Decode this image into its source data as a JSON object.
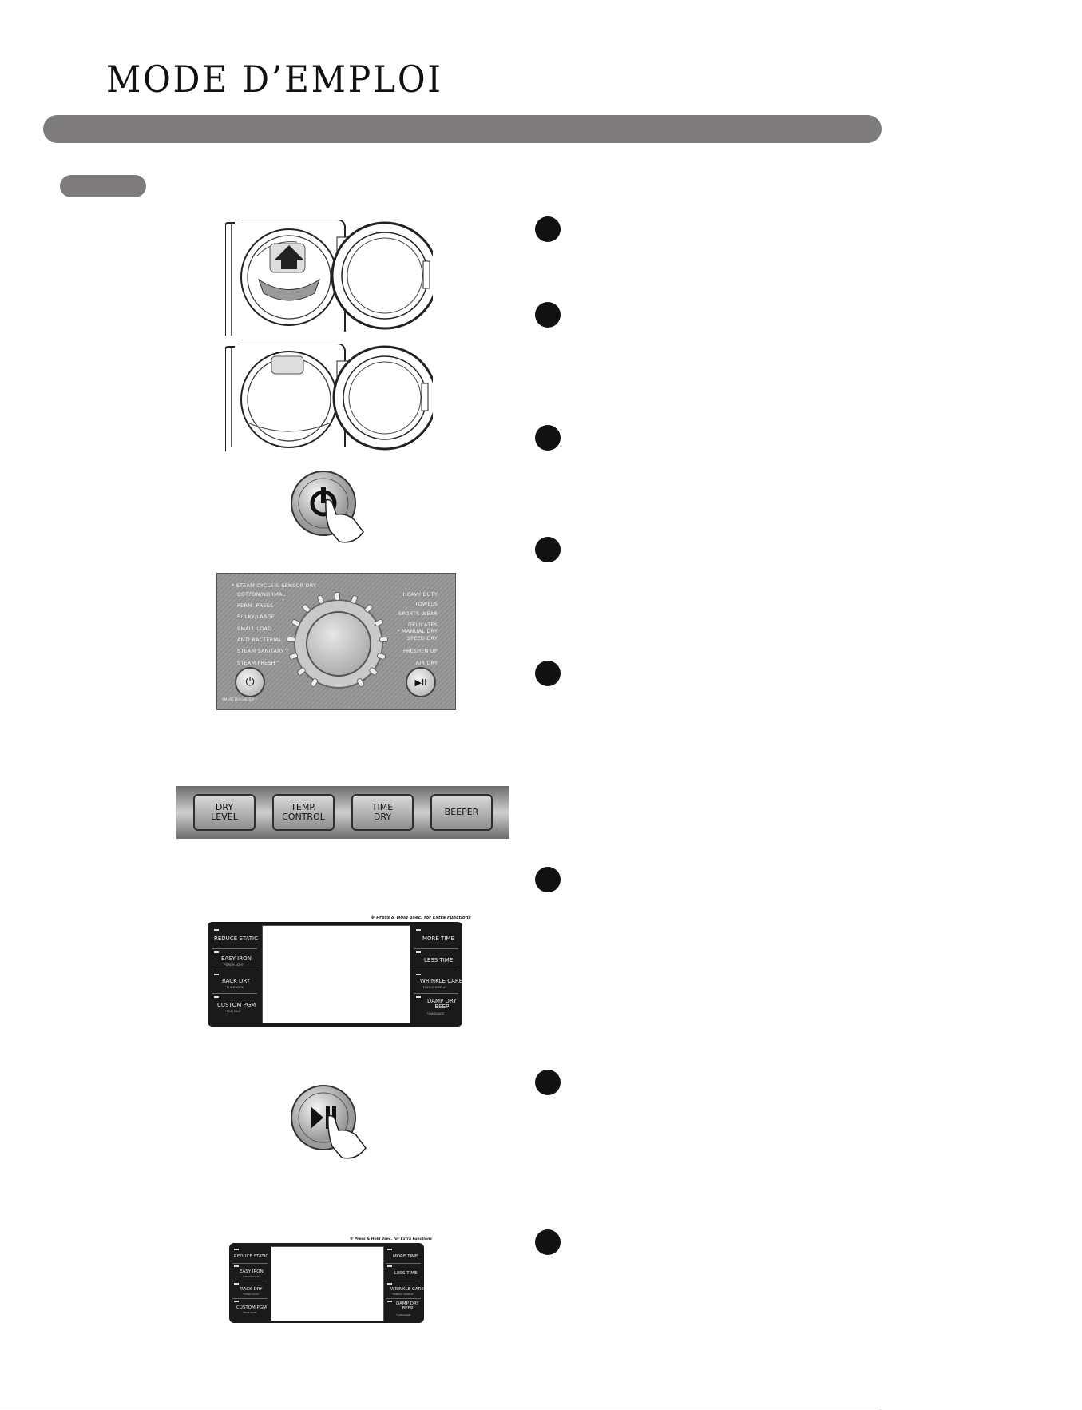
{
  "header": {
    "title": "MODE D’EMPLOI"
  },
  "dial_panel": {
    "header_label": "* STEAM CYCLE & SENSOR DRY",
    "left_cycles": [
      "COTTON/NORMAL",
      "PERM. PRESS",
      "BULKY/LARGE",
      "SMALL LOAD",
      "ANTI BACTERIAL",
      "STEAM SANITARY™",
      "STEAM FRESH™"
    ],
    "right_cycles": [
      "HEAVY DUTY",
      "TOWELS",
      "SPORTS WEAR",
      "DELICATES",
      "* MANUAL DRY",
      "SPEED DRY",
      "FRESHEN UP",
      "AIR DRY"
    ],
    "power_symbol": "⏻",
    "start_symbol": "▶II",
    "smart_label": "SMART DIAGNOSIS™"
  },
  "option_buttons": [
    "DRY\nLEVEL",
    "TEMP.\nCONTROL",
    "TIME\nDRY",
    "BEEPER"
  ],
  "lcd_panel": {
    "note": "※ Press & Hold 3sec. for Extra Functions",
    "left": [
      {
        "label": "REDUCE STATIC",
        "sub": ""
      },
      {
        "label": "EASY IRON",
        "sub": "*DRUM LIGHT"
      },
      {
        "label": "RACK DRY",
        "sub": "*CHILD LOCK"
      },
      {
        "label": "CUSTOM PGM",
        "sub": "*PGM SAVE"
      }
    ],
    "right": [
      {
        "label": "MORE TIME",
        "sub": ""
      },
      {
        "label": "LESS TIME",
        "sub": ""
      },
      {
        "label": "WRINKLE CARE",
        "sub": "*ENERGY DISPLAY"
      },
      {
        "label": "DAMP DRY\nBEEP",
        "sub": "*LANGUAGE"
      }
    ]
  },
  "buttons": {
    "power_symbol": "⏻",
    "start_symbol": "▶II"
  }
}
